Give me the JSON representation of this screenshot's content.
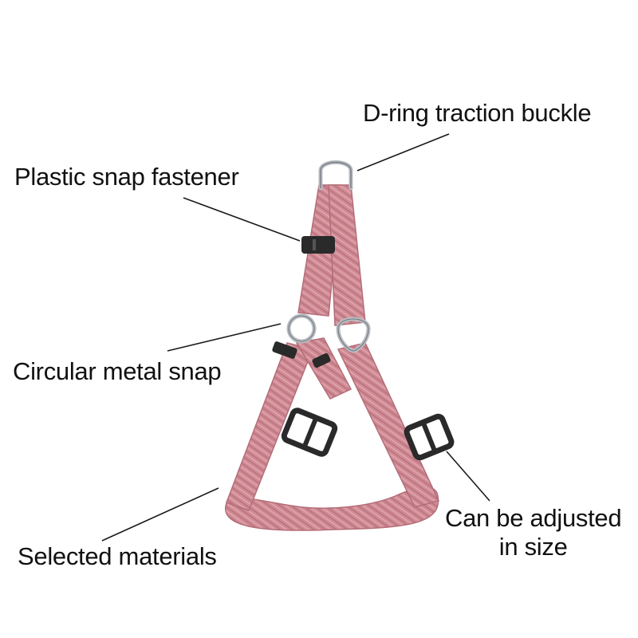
{
  "colors": {
    "strap": "#cf8a94",
    "strap_shade": "#b46d78",
    "strap_highlight": "#e7b3ba",
    "buckle": "#2a2a2a",
    "metal": "#b8bcc2",
    "leader_line": "#1a1a1a",
    "text": "#111111"
  },
  "labels": {
    "d_ring": "D-ring traction buckle",
    "plastic_snap": "Plastic snap fastener",
    "circular_snap": "Circular metal snap",
    "selected_materials": "Selected materials",
    "adjustable_line1": "Can be adjusted",
    "adjustable_line2": "in size"
  }
}
